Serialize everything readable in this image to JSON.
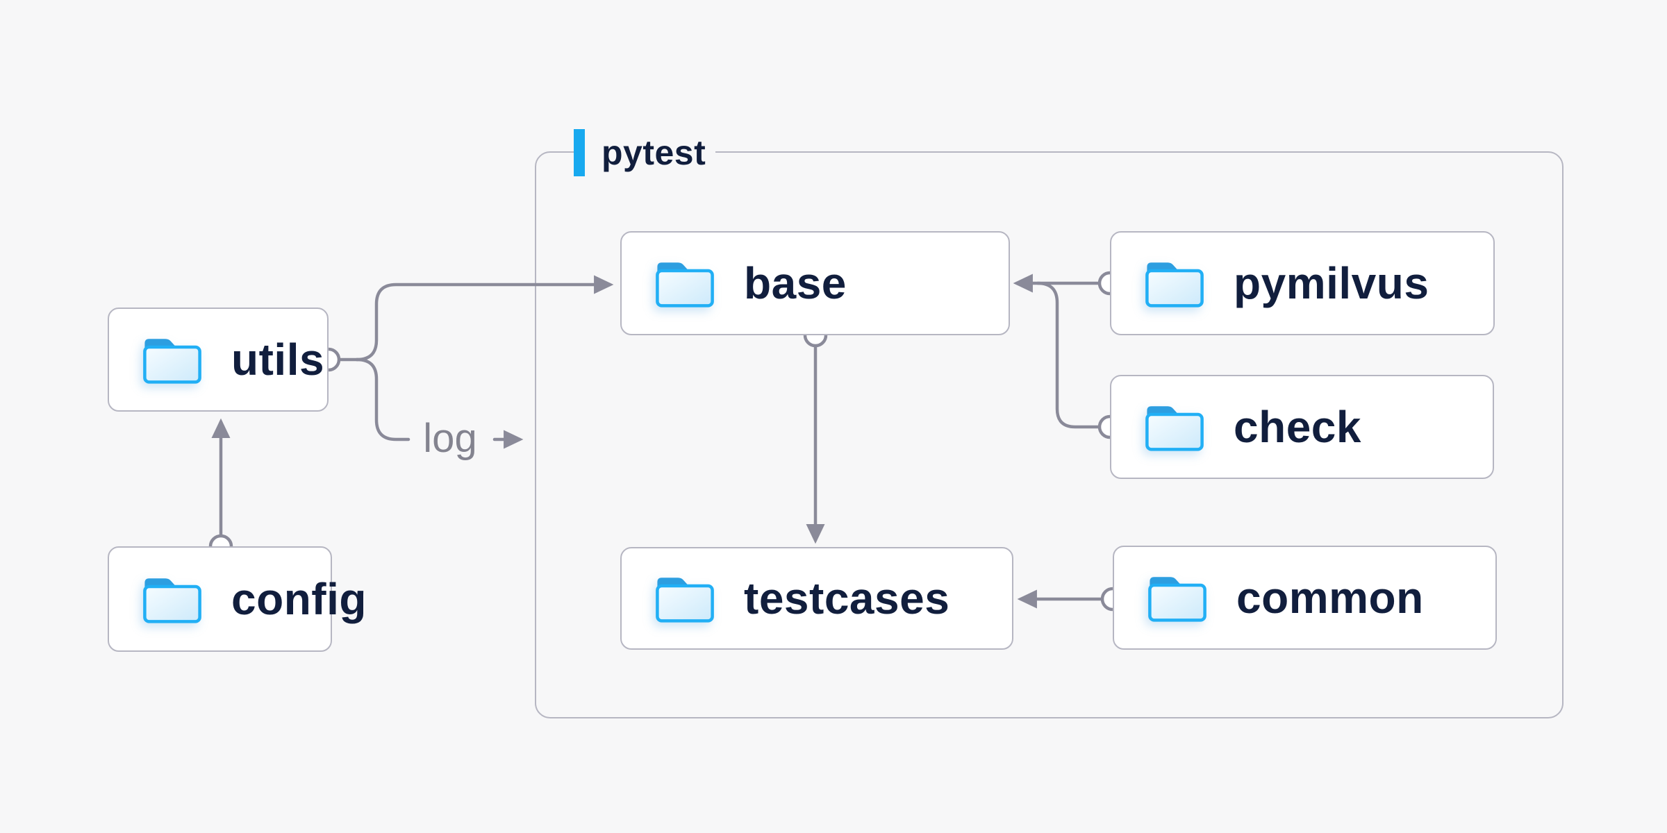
{
  "diagram": {
    "group": {
      "label": "pytest"
    },
    "nodes": [
      {
        "id": "utils",
        "label": "utils",
        "icon": "folder-icon"
      },
      {
        "id": "config",
        "label": "config",
        "icon": "folder-icon"
      },
      {
        "id": "base",
        "label": "base",
        "icon": "folder-icon"
      },
      {
        "id": "pymilvus",
        "label": "pymilvus",
        "icon": "folder-icon"
      },
      {
        "id": "check",
        "label": "check",
        "icon": "folder-icon"
      },
      {
        "id": "testcases",
        "label": "testcases",
        "icon": "folder-icon"
      },
      {
        "id": "common",
        "label": "common",
        "icon": "folder-icon"
      }
    ],
    "edges": [
      {
        "from": "utils",
        "to": "base",
        "label": ""
      },
      {
        "from": "utils",
        "to": "pytest",
        "label": "log"
      },
      {
        "from": "config",
        "to": "utils",
        "label": ""
      },
      {
        "from": "base",
        "to": "testcases",
        "label": ""
      },
      {
        "from": "pymilvus",
        "to": "base",
        "label": ""
      },
      {
        "from": "check",
        "to": "base",
        "label": ""
      },
      {
        "from": "common",
        "to": "testcases",
        "label": ""
      }
    ],
    "colors": {
      "background": "#f7f7f8",
      "node_bg": "#ffffff",
      "node_border": "#b6b6c2",
      "node_text": "#111e3d",
      "connector": "#8a8a99",
      "accent": "#18a9ef",
      "folder_outline": "#21aff5",
      "folder_tab": "#2d9ee0"
    }
  }
}
